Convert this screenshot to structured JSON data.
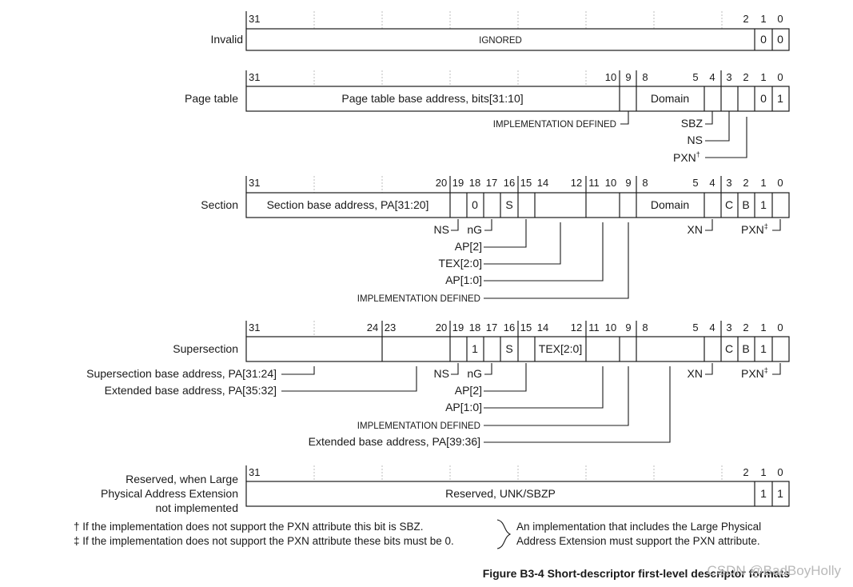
{
  "rows": {
    "invalid": {
      "label": "Invalid",
      "bits": {
        "b31": "31",
        "b2": "2",
        "b1": "1",
        "b0": "0"
      },
      "fields": {
        "ignored": "IGNORED",
        "bit1": "0",
        "bit0": "0"
      }
    },
    "page_table": {
      "label": "Page table",
      "bits": {
        "b31": "31",
        "b10": "10",
        "b9": "9",
        "b8": "8",
        "b5": "5",
        "b4": "4",
        "b3": "3",
        "b2": "2",
        "b1": "1",
        "b0": "0"
      },
      "fields": {
        "base": "Page table base address, bits[31:10]",
        "domain": "Domain",
        "bit1": "0",
        "bit0": "1"
      },
      "callouts": {
        "impl": "IMPLEMENTATION DEFINED",
        "sbz": "SBZ",
        "ns": "NS",
        "pxn": "PXN",
        "pxn_mark": "†"
      }
    },
    "section": {
      "label": "Section",
      "bits": {
        "b31": "31",
        "b20": "20",
        "b19": "19",
        "b18": "18",
        "b17": "17",
        "b16": "16",
        "b15": "15",
        "b14": "14",
        "b12": "12",
        "b11": "11",
        "b10": "10",
        "b9": "9",
        "b8": "8",
        "b5": "5",
        "b4": "4",
        "b3": "3",
        "b2": "2",
        "b1": "1",
        "b0": "0"
      },
      "fields": {
        "base": "Section base address, PA[31:20]",
        "bit18": "0",
        "bit16": "S",
        "domain": "Domain",
        "c": "C",
        "b": "B",
        "bit1": "1"
      },
      "callouts": {
        "ns": "NS",
        "ng": "nG",
        "ap2": "AP[2]",
        "tex": "TEX[2:0]",
        "ap10": "AP[1:0]",
        "impl": "IMPLEMENTATION DEFINED",
        "xn": "XN",
        "pxn": "PXN",
        "pxn_mark": "‡"
      }
    },
    "supersection": {
      "label": "Supersection",
      "bits": {
        "b31": "31",
        "b24": "24",
        "b23": "23",
        "b20": "20",
        "b19": "19",
        "b18": "18",
        "b17": "17",
        "b16": "16",
        "b15": "15",
        "b14": "14",
        "b12": "12",
        "b11": "11",
        "b10": "10",
        "b9": "9",
        "b8": "8",
        "b5": "5",
        "b4": "4",
        "b3": "3",
        "b2": "2",
        "b1": "1",
        "b0": "0"
      },
      "fields": {
        "bit18": "1",
        "bit16": "S",
        "tex": "TEX[2:0]",
        "c": "C",
        "b": "B",
        "bit1": "1"
      },
      "callouts": {
        "base": "Supersection base address, PA[31:24]",
        "ext3532": "Extended base address, PA[35:32]",
        "ns": "NS",
        "ng": "nG",
        "ap2": "AP[2]",
        "ap10": "AP[1:0]",
        "impl": "IMPLEMENTATION DEFINED",
        "ext3936": "Extended base address, PA[39:36]",
        "xn": "XN",
        "pxn": "PXN",
        "pxn_mark": "‡"
      }
    },
    "reserved": {
      "label_lines": [
        "Reserved, when Large",
        "Physical Address Extension",
        "not implemented"
      ],
      "bits": {
        "b31": "31",
        "b2": "2",
        "b1": "1",
        "b0": "0"
      },
      "fields": {
        "reserved": "Reserved, UNK/SBZP",
        "bit1": "1",
        "bit0": "1"
      }
    }
  },
  "footnotes": {
    "dagger": "† If the implementation does not support the PXN attribute this bit is SBZ.",
    "ddagger": "‡ If the implementation does not support the PXN attribute these bits must be 0.",
    "note_lines": [
      "An implementation that includes the Large Physical",
      "Address Extension must support the PXN attribute."
    ]
  },
  "caption": "Figure B3-4 Short-descriptor first-level descriptor formats",
  "watermark": "CSDN @BadBoyHolly"
}
